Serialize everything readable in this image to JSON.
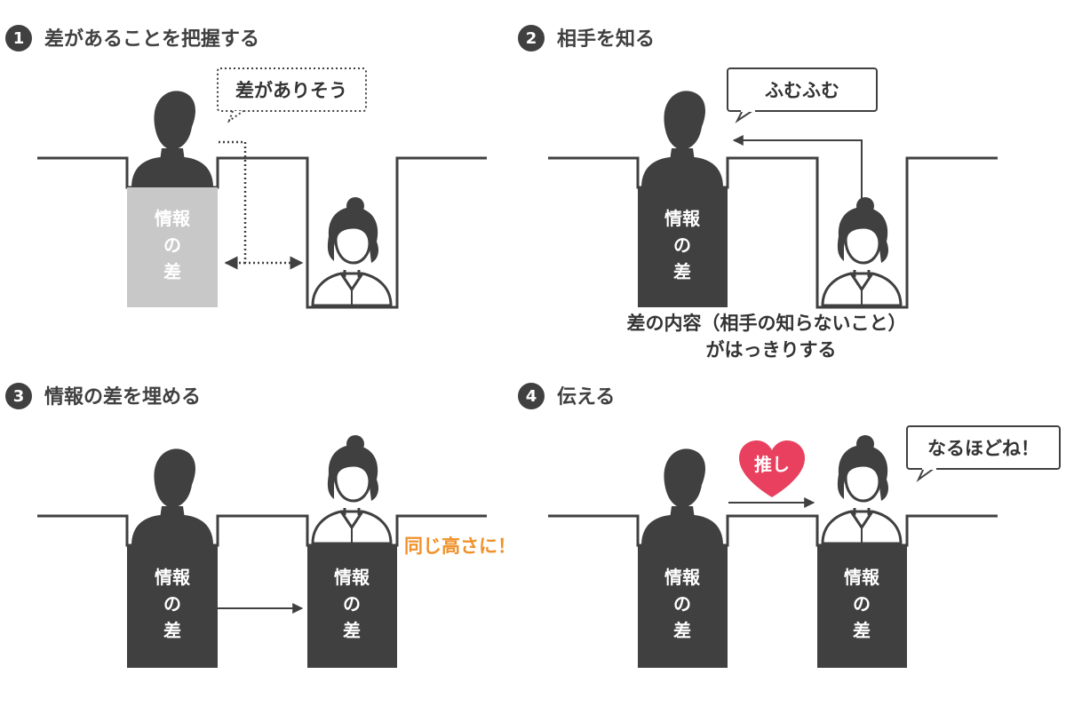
{
  "steps": [
    {
      "number": "1",
      "title": "差があることを把握する"
    },
    {
      "number": "2",
      "title": "相手を知る"
    },
    {
      "number": "3",
      "title": "情報の差を埋める"
    },
    {
      "number": "4",
      "title": "伝える"
    }
  ],
  "info_box": {
    "line1": "情報",
    "line2": "の",
    "line3": "差"
  },
  "bubbles": {
    "step1": "差がありそう",
    "step2": "ふむふむ",
    "step4": "なるほどね！"
  },
  "step2_caption": {
    "line1": "差の内容（相手の知らないこと）",
    "line2": "がはっきりする"
  },
  "step3_note": "同じ高さに！",
  "step4_heart": "推し",
  "colors": {
    "dark": "#404040",
    "light_box": "#c8c8c8",
    "orange": "#f0912a",
    "heart": "#e8405e"
  }
}
